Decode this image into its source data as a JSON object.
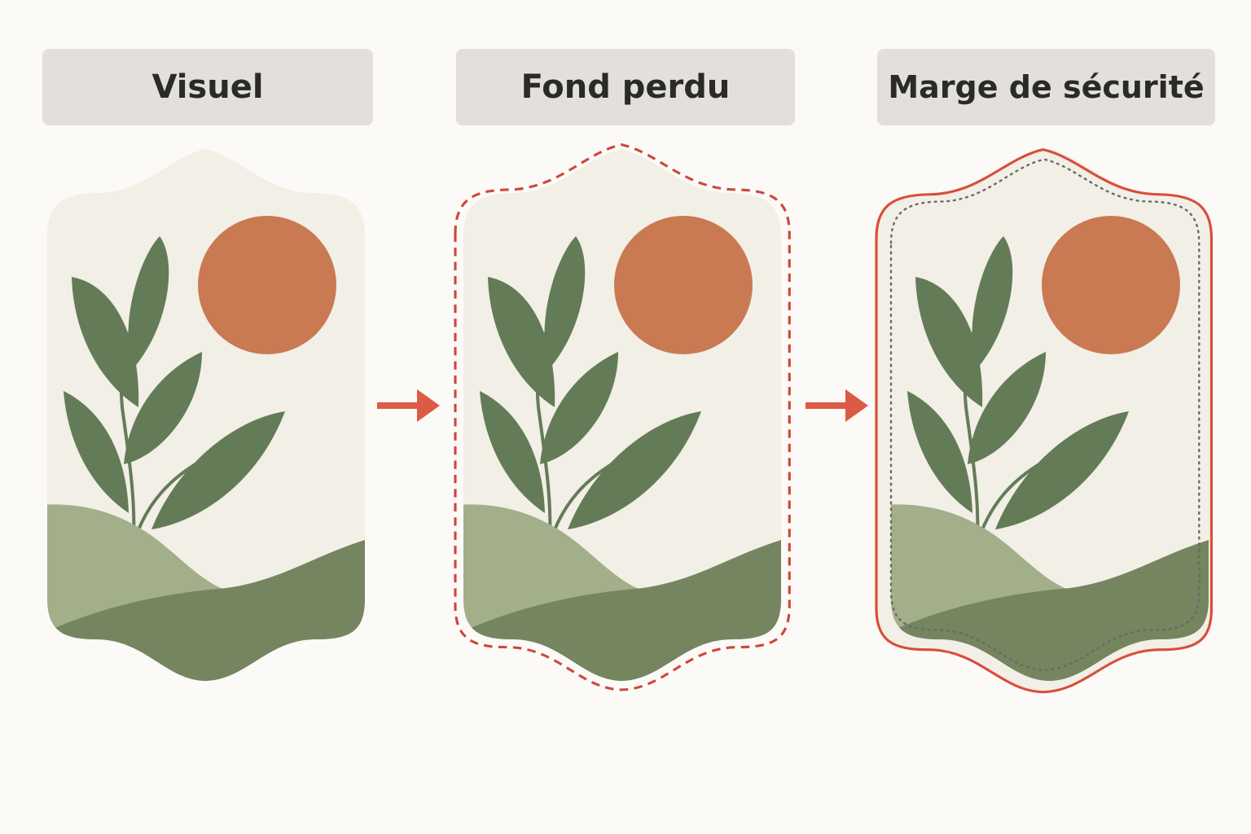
{
  "steps": [
    {
      "title": "Visuel"
    },
    {
      "title": "Fond perdu"
    },
    {
      "title": "Marge de sécurité"
    }
  ],
  "colors": {
    "background": "#fbfaf7",
    "label_box": "#e3e0db",
    "label_text": "#2a2a28",
    "card_fill": "#f2efe6",
    "sun": "#c97a52",
    "leaf": "#647b58",
    "hill_light": "#a3ae8b",
    "hill_dark": "#75855f",
    "bleed_line": "#d0463a",
    "trim_line": "#d94d39",
    "safe_line": "#6a6a66",
    "arrow": "#dd5a43"
  },
  "icons": {
    "arrow": "right-arrow-icon",
    "sun": "sun-icon",
    "plant": "plant-icon",
    "hills": "hills-icon"
  }
}
